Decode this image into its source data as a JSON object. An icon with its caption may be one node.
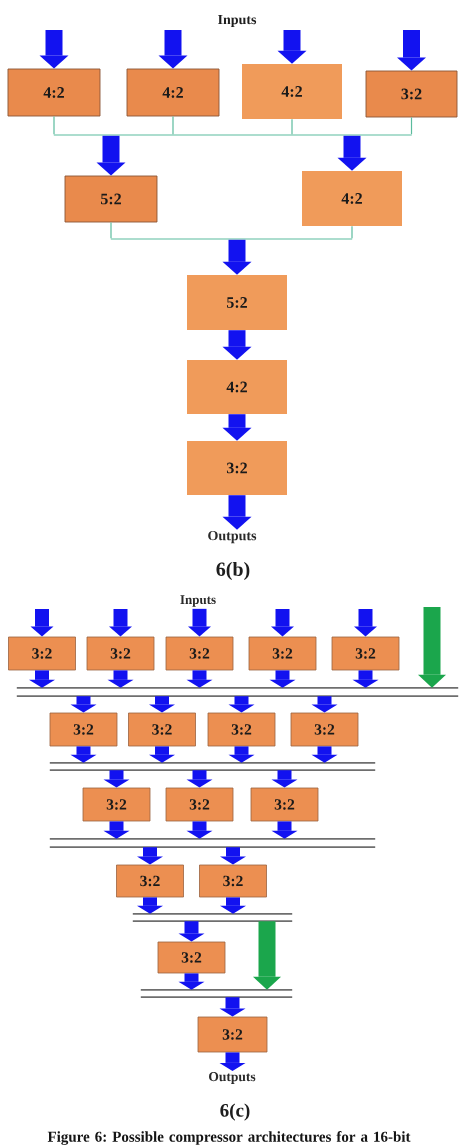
{
  "diagram": {
    "caption": "Figure 6: Possible compressor architectures for a 16-bit",
    "nodes": [
      {
        "text": [
          "4:2"
        ]
      },
      {
        "text": [
          "4:2"
        ]
      },
      {
        "text": [
          "4:2"
        ]
      },
      {
        "text": [
          "3:2"
        ]
      },
      {
        "text": [],
        "shape": "line"
      },
      {
        "text": [
          "5:2"
        ]
      },
      {
        "text": [
          "4:2"
        ]
      },
      {
        "text": [],
        "shape": "line"
      },
      {
        "text": [
          "5:2"
        ]
      },
      {
        "text": [
          "4:2"
        ]
      },
      {
        "text": [
          "3:2"
        ]
      },
      {
        "text": [
          "Outputs"
        ]
      },
      {
        "text": [
          "Inputs"
        ]
      },
      {
        "text": [
          "3:2"
        ]
      },
      {
        "text": [
          "3:2"
        ]
      },
      {
        "text": [
          "3:2"
        ]
      },
      {
        "text": [
          "3:2"
        ]
      },
      {
        "text": [
          "3:2"
        ]
      },
      {
        "text": [],
        "shape": "bar"
      },
      {
        "text": [
          "3:2"
        ]
      },
      {
        "text": [
          "3:2"
        ]
      },
      {
        "text": [
          "3:2"
        ]
      },
      {
        "text": [
          "3:2"
        ]
      },
      {
        "text": [],
        "shape": "bar"
      },
      {
        "text": [
          "3:2"
        ]
      },
      {
        "text": [
          "3:2"
        ]
      },
      {
        "text": [
          "3:2"
        ]
      },
      {
        "text": [],
        "shape": "bar"
      },
      {
        "text": [
          "3:2"
        ]
      },
      {
        "text": [
          "3:2"
        ]
      },
      {
        "text": [],
        "shape": "bar"
      },
      {
        "text": [
          "3:2"
        ]
      },
      {
        "text": [],
        "shape": "bar"
      },
      {
        "text": [
          "3:2"
        ]
      },
      {
        "text": [
          "Outputs"
        ]
      }
    ],
    "edges": [
      {
        "from": null,
        "to": 0,
        "arrow": "to"
      },
      {
        "from": null,
        "to": 1,
        "arrow": "to"
      },
      {
        "from": null,
        "to": 2,
        "arrow": "to"
      },
      {
        "from": null,
        "to": 3,
        "arrow": "to"
      },
      {
        "from": 0,
        "to": 4,
        "arrow": "none",
        "color": "#5bbb9d"
      },
      {
        "from": 1,
        "to": 4,
        "arrow": "none",
        "color": "#5bbb9d"
      },
      {
        "from": 2,
        "to": 4,
        "arrow": "none",
        "color": "#5bbb9d"
      },
      {
        "from": 3,
        "to": 4,
        "arrow": "none",
        "color": "#5bbb9d"
      },
      {
        "from": 4,
        "to": 5,
        "arrow": "to"
      },
      {
        "from": 4,
        "to": 6,
        "arrow": "to"
      },
      {
        "from": 5,
        "to": 7,
        "arrow": "none",
        "color": "#5bbb9d"
      },
      {
        "from": 6,
        "to": 7,
        "arrow": "none",
        "color": "#5bbb9d"
      },
      {
        "from": 7,
        "to": 8,
        "arrow": "to"
      },
      {
        "from": 8,
        "to": 9,
        "arrow": "to"
      },
      {
        "from": 9,
        "to": 10,
        "arrow": "to"
      },
      {
        "from": 10,
        "to": 11,
        "arrow": "to"
      },
      {
        "from": null,
        "to": 13,
        "arrow": "to"
      },
      {
        "from": null,
        "to": 14,
        "arrow": "to"
      },
      {
        "from": 12,
        "to": 15,
        "arrow": "to"
      },
      {
        "from": null,
        "to": 16,
        "arrow": "to"
      },
      {
        "from": null,
        "to": 17,
        "arrow": "to"
      },
      {
        "from": 13,
        "to": 18,
        "arrow": "to"
      },
      {
        "from": 14,
        "to": 18,
        "arrow": "to"
      },
      {
        "from": 15,
        "to": 18,
        "arrow": "to"
      },
      {
        "from": 16,
        "to": 18,
        "arrow": "to"
      },
      {
        "from": 17,
        "to": 18,
        "arrow": "to"
      },
      {
        "from": null,
        "to": 18,
        "arrow": "to",
        "color": "#1ba64c"
      },
      {
        "from": 18,
        "to": 19,
        "arrow": "to"
      },
      {
        "from": 18,
        "to": 20,
        "arrow": "to"
      },
      {
        "from": 18,
        "to": 21,
        "arrow": "to"
      },
      {
        "from": 18,
        "to": 22,
        "arrow": "to"
      },
      {
        "from": 19,
        "to": 23,
        "arrow": "to"
      },
      {
        "from": 20,
        "to": 23,
        "arrow": "to"
      },
      {
        "from": 21,
        "to": 23,
        "arrow": "to"
      },
      {
        "from": 22,
        "to": 23,
        "arrow": "to"
      },
      {
        "from": 23,
        "to": 24,
        "arrow": "to"
      },
      {
        "from": 23,
        "to": 25,
        "arrow": "to"
      },
      {
        "from": 23,
        "to": 26,
        "arrow": "to"
      },
      {
        "from": 24,
        "to": 27,
        "arrow": "to"
      },
      {
        "from": 25,
        "to": 27,
        "arrow": "to"
      },
      {
        "from": 26,
        "to": 27,
        "arrow": "to"
      },
      {
        "from": 27,
        "to": 28,
        "arrow": "to"
      },
      {
        "from": 27,
        "to": 29,
        "arrow": "to"
      },
      {
        "from": 28,
        "to": 30,
        "arrow": "to"
      },
      {
        "from": 29,
        "to": 30,
        "arrow": "to"
      },
      {
        "from": 30,
        "to": 31,
        "arrow": "to"
      },
      {
        "from": 31,
        "to": 32,
        "arrow": "to"
      },
      {
        "from": 30,
        "to": 32,
        "arrow": "to",
        "color": "#1ba64c"
      },
      {
        "from": 32,
        "to": 33,
        "arrow": "to"
      },
      {
        "from": 33,
        "to": 34,
        "arrow": "to"
      }
    ],
    "labels": [
      "Inputs",
      "6(b)",
      "6(c)"
    ]
  }
}
